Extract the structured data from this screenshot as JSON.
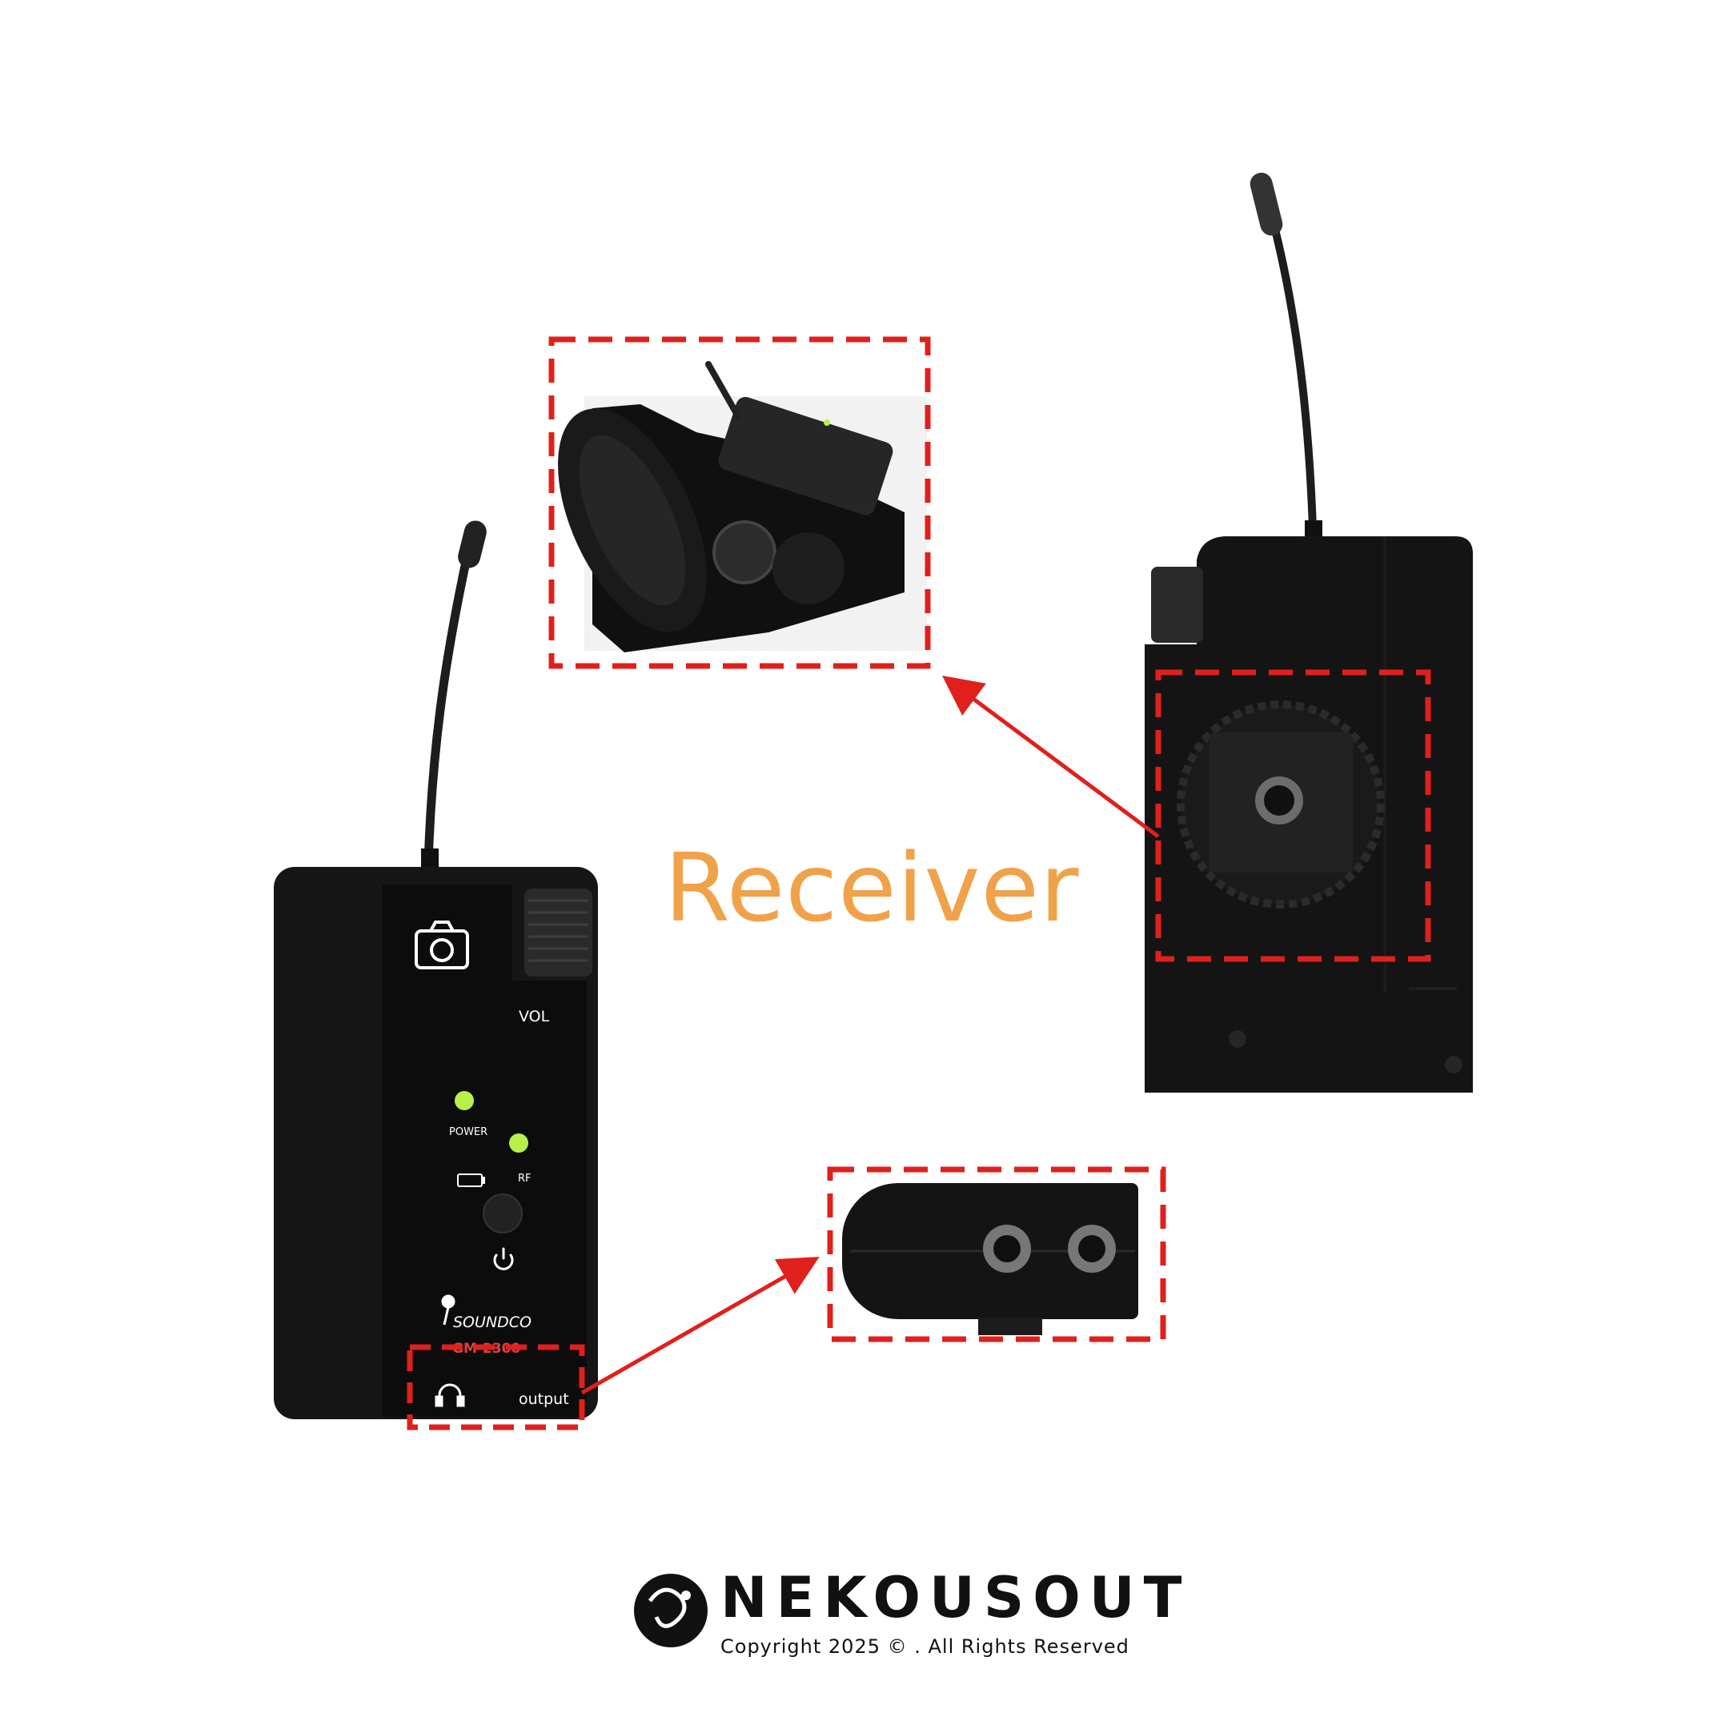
{
  "title": "Receiver",
  "device_labels": {
    "vol": "VOL",
    "power": "POWER",
    "rf": "RF",
    "brand": "SOUNDCO",
    "model": "GM-2300",
    "output": "output"
  },
  "footer": {
    "brand": "NEKOUSOUT",
    "copyright": "Copyright 2025 © . All Rights Reserved"
  },
  "colors": {
    "accent": "#e0201c",
    "title": "#f0a24b",
    "led": "#b8f04a",
    "device": "#151515"
  },
  "icons": [
    "camera-icon",
    "battery-icon",
    "power-icon",
    "headphones-icon",
    "microphone-logo-icon"
  ]
}
